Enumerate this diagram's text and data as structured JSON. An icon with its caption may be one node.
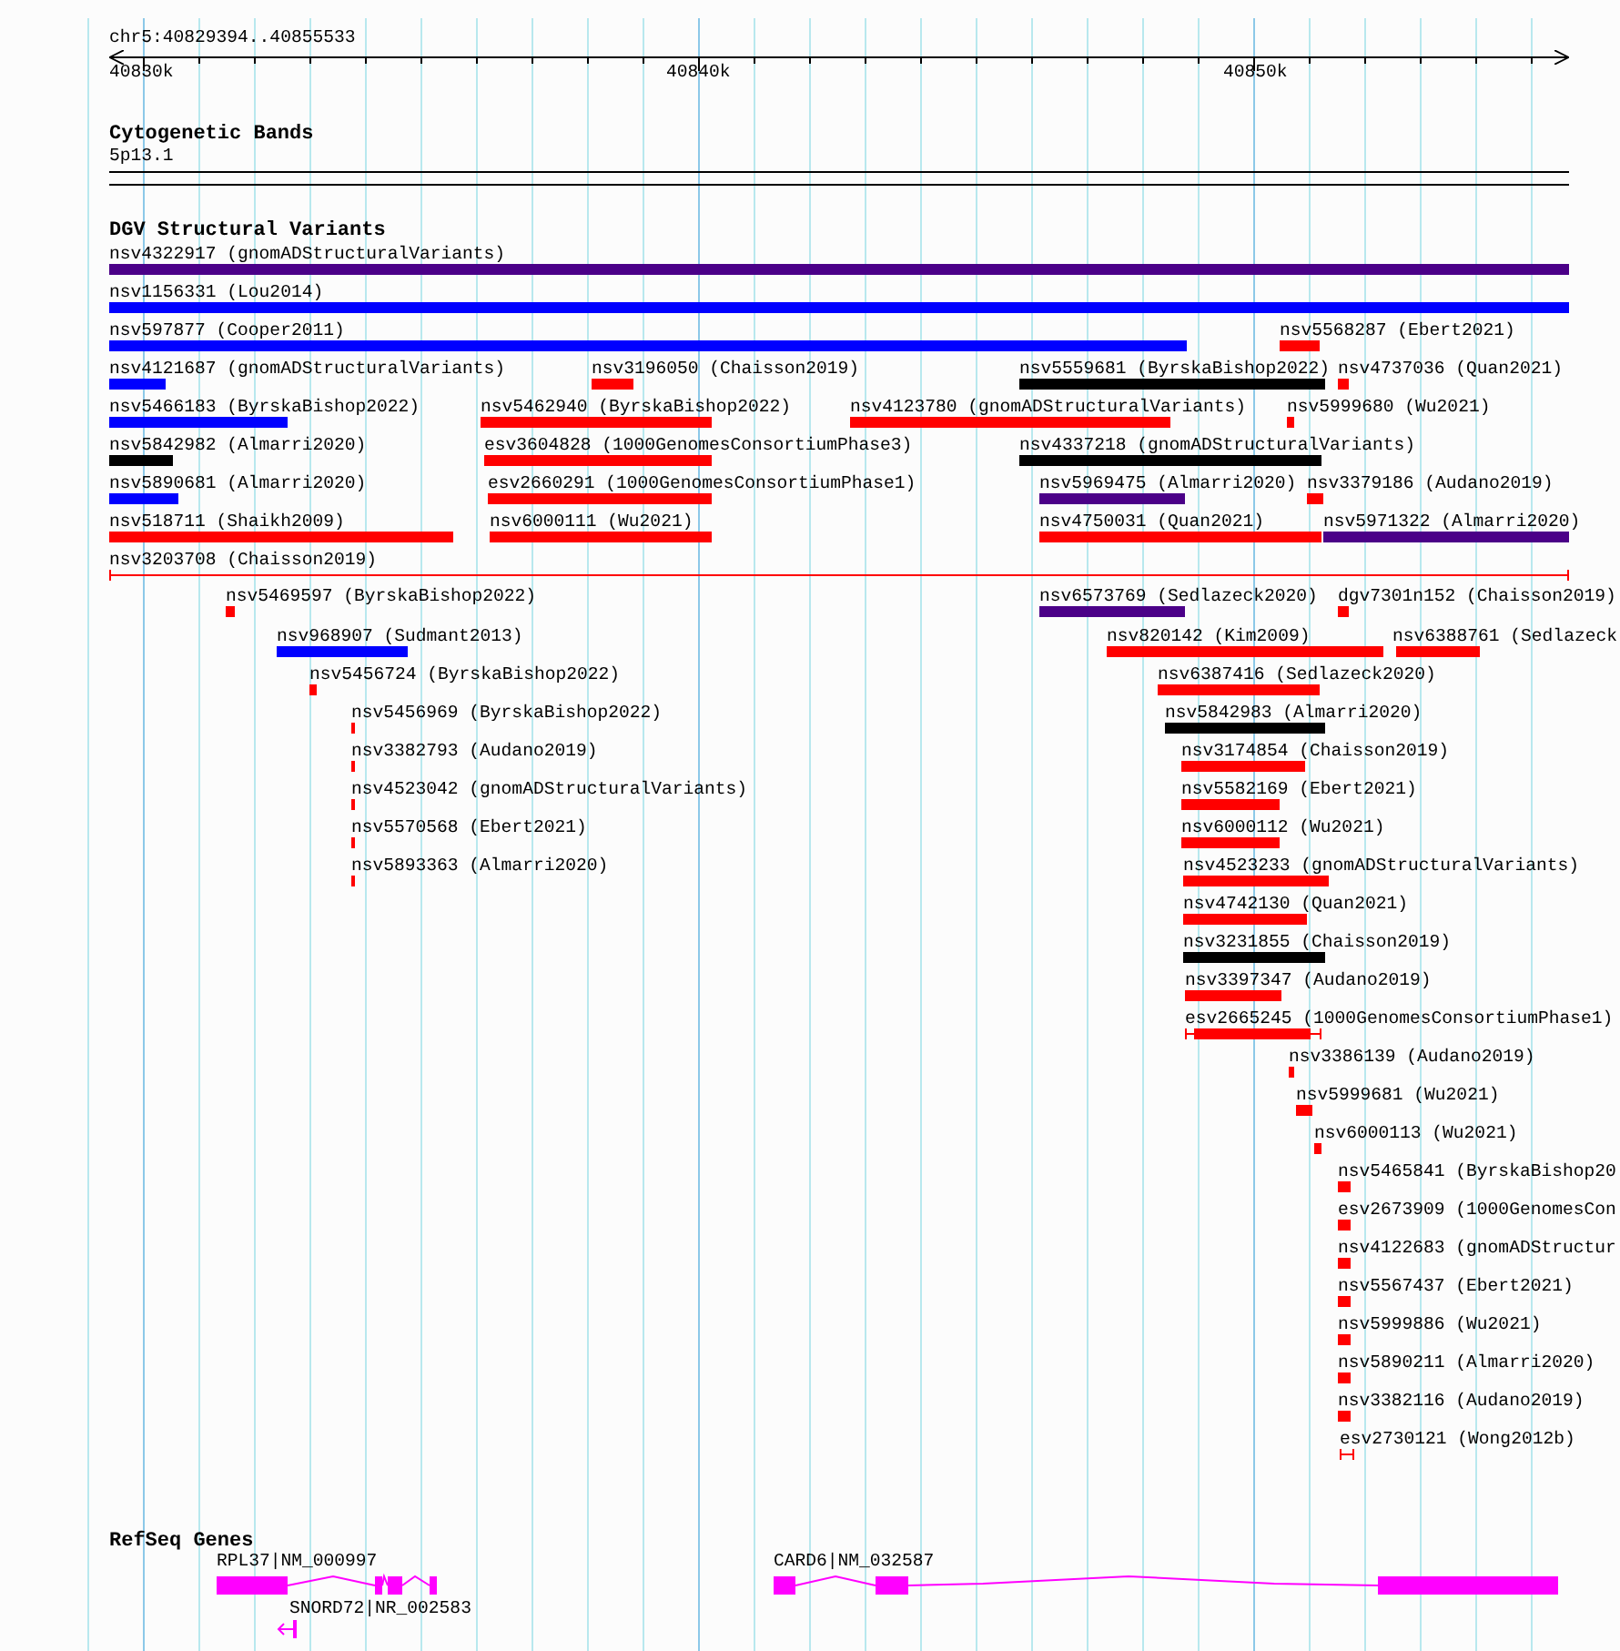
{
  "diagram": {
    "labels": [
      "chr5:40829394..40855533",
      "40830k",
      "40840k",
      "40850k",
      "Cytogenetic Bands",
      "5p13.1",
      "DGV Structural Variants",
      "nsv4322917 (gnomADStructuralVariants)",
      "nsv1156331 (Lou2014)",
      "nsv597877 (Cooper2011)",
      "nsv5568287 (Ebert2021)",
      "nsv4121687 (gnomADStructuralVariants)",
      "nsv3196050 (Chaisson2019)",
      "nsv5559681 (ByrskaBishop2022)",
      "nsv4737036 (Quan2021)",
      "nsv5466183 (ByrskaBishop2022)",
      "nsv5462940 (ByrskaBishop2022)",
      "nsv4123780 (gnomADStructuralVariants)",
      "nsv5999680 (Wu2021)",
      "nsv5842982 (Almarri2020)",
      "esv3604828 (1000GenomesConsortiumPhase3)",
      "nsv4337218 (gnomADStructuralVariants)",
      "nsv5890681 (Almarri2020)",
      "esv2660291 (1000GenomesConsortiumPhase1)",
      "nsv5969475 (Almarri2020)",
      "nsv3379186 (Audano2019)",
      "nsv518711 (Shaikh2009)",
      "nsv6000111 (Wu2021)",
      "nsv4750031 (Quan2021)",
      "nsv5971322 (Almarri2020)",
      "nsv3203708 (Chaisson2019)",
      "nsv5469597 (ByrskaBishop2022)",
      "nsv6573769 (Sedlazeck2020)",
      "dgv7301n152 (Chaisson2019)",
      "nsv968907 (Sudmant2013)",
      "nsv820142 (Kim2009)",
      "nsv6388761 (Sedlazeck",
      "nsv5456724 (ByrskaBishop2022)",
      "nsv6387416 (Sedlazeck2020)",
      "nsv5456969 (ByrskaBishop2022)",
      "nsv5842983 (Almarri2020)",
      "nsv3382793 (Audano2019)",
      "nsv3174854 (Chaisson2019)",
      "nsv4523042 (gnomADStructuralVariants)",
      "nsv5582169 (Ebert2021)",
      "nsv5570568 (Ebert2021)",
      "nsv6000112 (Wu2021)",
      "nsv5893363 (Almarri2020)",
      "nsv4523233 (gnomADStructuralVariants)",
      "nsv4742130 (Quan2021)",
      "nsv3231855 (Chaisson2019)",
      "nsv3397347 (Audano2019)",
      "esv2665245 (1000GenomesConsortiumPhase1)",
      "nsv3386139 (Audano2019)",
      "nsv5999681 (Wu2021)",
      "nsv6000113 (Wu2021)",
      "nsv5465841 (ByrskaBishop20",
      "esv2673909 (1000GenomesCon",
      "nsv4122683 (gnomADStructur",
      "nsv5567437 (Ebert2021)",
      "nsv5999886 (Wu2021)",
      "nsv5890211 (Almarri2020)",
      "nsv3382116 (Audano2019)",
      "esv2730121 (Wong2012b)",
      "RefSeq Genes",
      "RPL37|NM_000997",
      "CARD6|NM_032587",
      "SNORD72|NR_002583"
    ]
  }
}
